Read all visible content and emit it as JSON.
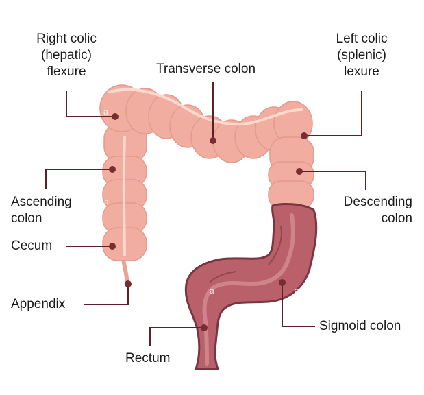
{
  "colors": {
    "colon_fill": "#f1aea0",
    "colon_shade": "#e49a8c",
    "colon_highlight": "#fbd9cf",
    "colon_outline": "#e8a596",
    "sigmoid_fill": "#b9606a",
    "sigmoid_dark": "#7a3540",
    "sigmoid_light": "#d48c92",
    "leader_line": "#5a2226",
    "dot": "#7a2c33",
    "text": "#1a1a1a"
  },
  "labels": {
    "right_colic": [
      "Right colic",
      "(hepatic)",
      "flexure"
    ],
    "transverse": "Transverse colon",
    "left_colic": [
      "Left colic",
      "(splenic)",
      "lexure"
    ],
    "ascending": [
      "Ascending",
      "colon"
    ],
    "descending": [
      "Descending",
      "colon"
    ],
    "cecum": "Cecum",
    "appendix": "Appendix",
    "sigmoid": "Sigmoid colon",
    "rectum": "Rectum"
  },
  "watermark_glyph": "a"
}
